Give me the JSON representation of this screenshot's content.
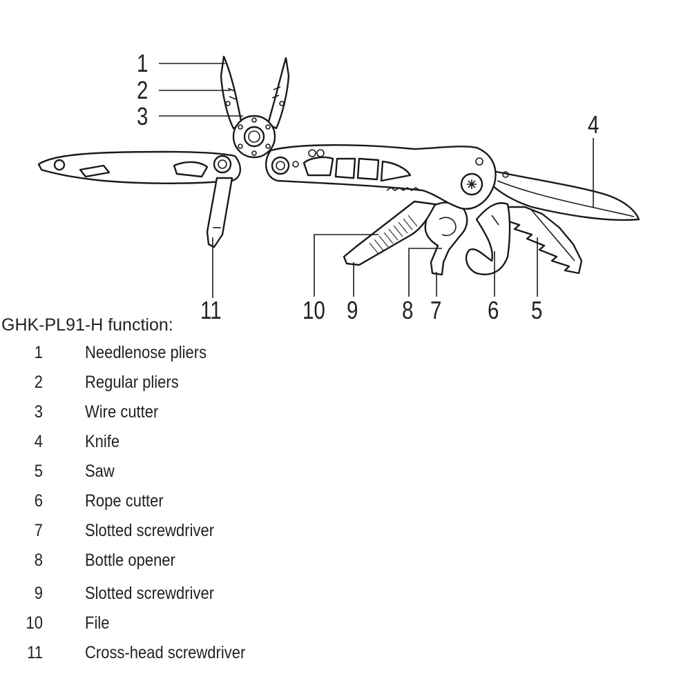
{
  "callouts": [
    {
      "id": "1",
      "text": "1"
    },
    {
      "id": "2",
      "text": "2"
    },
    {
      "id": "3",
      "text": "3"
    },
    {
      "id": "4",
      "text": "4"
    },
    {
      "id": "5",
      "text": "5"
    },
    {
      "id": "6",
      "text": "6"
    },
    {
      "id": "7",
      "text": "7"
    },
    {
      "id": "8",
      "text": "8"
    },
    {
      "id": "9",
      "text": "9"
    },
    {
      "id": "10",
      "text": "10"
    },
    {
      "id": "11",
      "text": "11"
    }
  ],
  "legend": {
    "title": "GHK-PL91-H function:",
    "items": [
      {
        "num": "1",
        "label": "Needlenose pliers"
      },
      {
        "num": "2",
        "label": "Regular pliers"
      },
      {
        "num": "3",
        "label": "Wire cutter"
      },
      {
        "num": "4",
        "label": "Knife"
      },
      {
        "num": "5",
        "label": "Saw"
      },
      {
        "num": "6",
        "label": "Rope cutter"
      },
      {
        "num": "7",
        "label": "Slotted screwdriver"
      },
      {
        "num": "8",
        "label": "Bottle opener"
      },
      {
        "num": "9",
        "label": "Slotted screwdriver"
      },
      {
        "num": "10",
        "label": "File"
      },
      {
        "num": "11",
        "label": "Cross-head screwdriver"
      }
    ]
  }
}
